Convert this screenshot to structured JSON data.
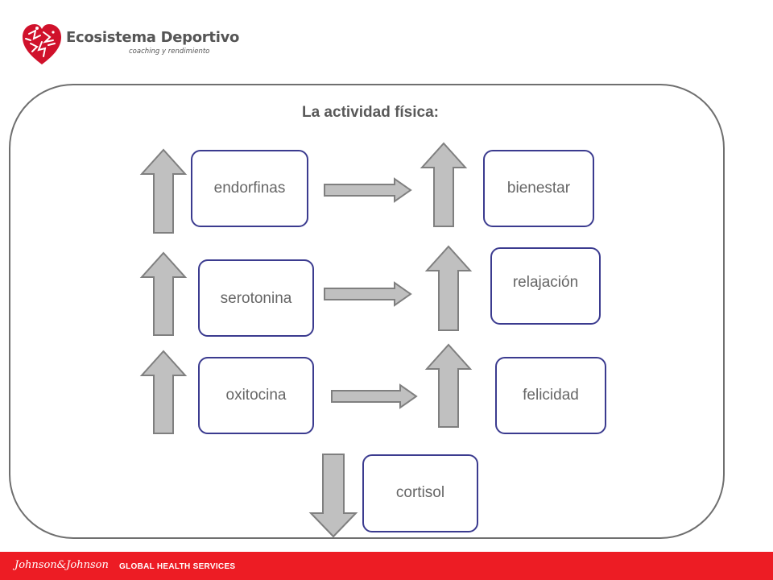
{
  "logo": {
    "name": "Ecosistema Deportivo",
    "tagline": "coaching y rendimiento",
    "icon": "heart-logo-icon",
    "color": "#d0112b"
  },
  "diagram": {
    "title": "La actividad física:",
    "hormones": [
      "endorfinas",
      "serotonina",
      "oxitocina",
      "cortisol"
    ],
    "effects": [
      "bienestar",
      "relajación",
      "felicidad"
    ],
    "relations": [
      {
        "from": "endorfinas",
        "to": "bienestar",
        "direction": "up"
      },
      {
        "from": "serotonina",
        "to": "relajación",
        "direction": "up"
      },
      {
        "from": "oxitocina",
        "to": "felicidad",
        "direction": "up"
      },
      {
        "from": "cortisol",
        "direction": "down"
      }
    ],
    "colors": {
      "box_border": "#3b3b8f",
      "arrow_fill": "#c0c0c0",
      "arrow_stroke": "#7f7f7f",
      "frame": "#6f6f6f"
    }
  },
  "footer": {
    "brand": "Johnson&Johnson",
    "text": "GLOBAL HEALTH SERVICES",
    "color": "#ed1c24"
  }
}
